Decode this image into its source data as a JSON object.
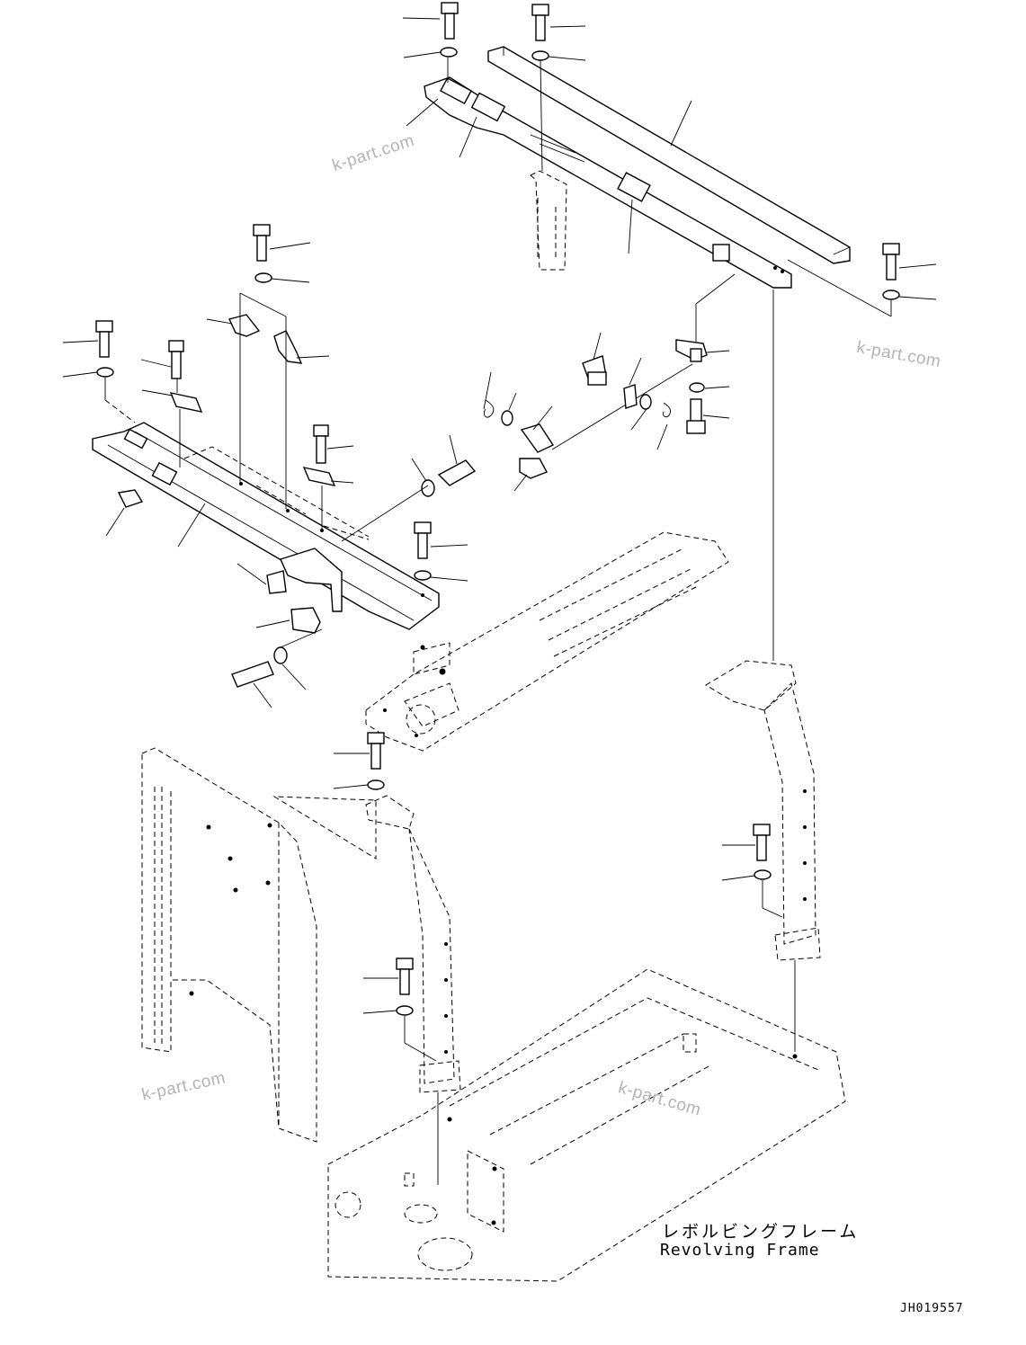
{
  "watermarks": [
    "k-part.com",
    "k-part.com",
    "k-part.com",
    "k-part.com"
  ],
  "caption": {
    "japanese": "レボルビングフレーム",
    "english": "Revolving Frame"
  },
  "drawing_code": "JH019557"
}
